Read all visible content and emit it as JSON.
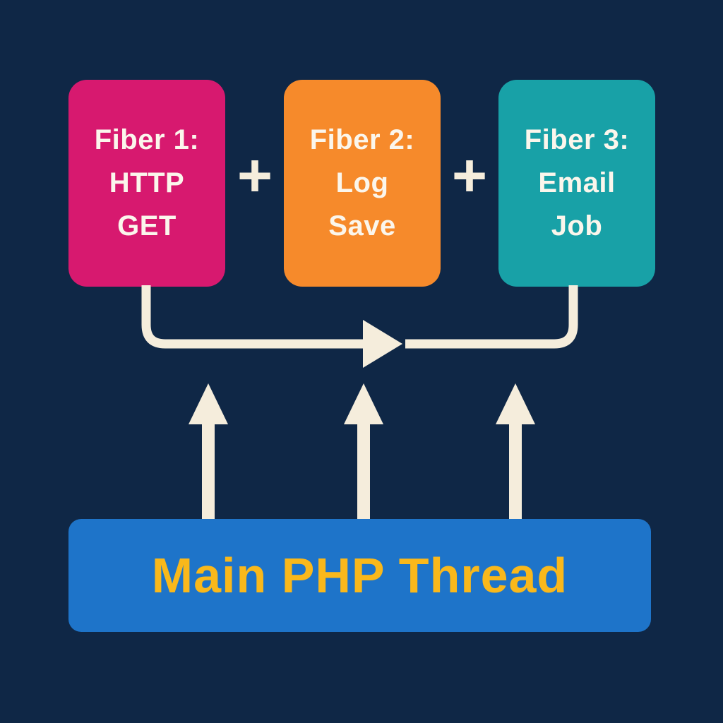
{
  "colors": {
    "background": "#0f2746",
    "fiber1": "#d7196f",
    "fiber2": "#f68a2b",
    "fiber3": "#18a1a7",
    "cream": "#f5eddc",
    "box_text": "#fbf6ec",
    "bar_blue": "#1e74c9",
    "bar_text": "#f9b81b"
  },
  "fibers": [
    {
      "lines": [
        "Fiber 1:",
        "HTTP",
        "GET"
      ]
    },
    {
      "lines": [
        "Fiber 2:",
        "Log",
        "Save"
      ]
    },
    {
      "lines": [
        "Fiber 3:",
        "Email",
        "Job"
      ]
    }
  ],
  "separators": [
    "+",
    "+"
  ],
  "main_thread": {
    "label": "Main PHP Thread"
  }
}
